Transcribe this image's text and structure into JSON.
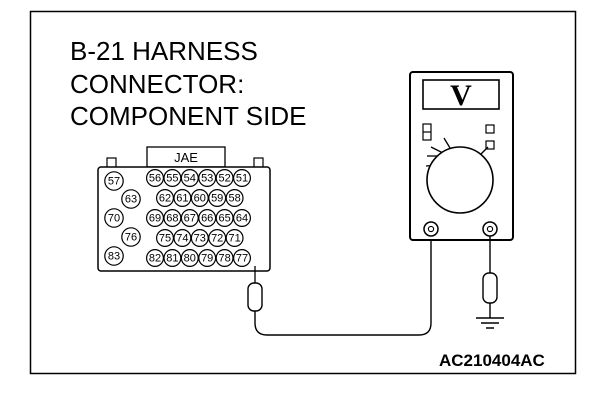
{
  "title_lines": [
    "B-21 HARNESS",
    "CONNECTOR:",
    "COMPONENT SIDE"
  ],
  "connector": {
    "brand": "JAE",
    "pins": {
      "row1": [
        "56",
        "55",
        "54",
        "53",
        "52",
        "51"
      ],
      "row2": [
        "62",
        "61",
        "60",
        "59",
        "58"
      ],
      "row3": [
        "69",
        "68",
        "67",
        "66",
        "65",
        "64"
      ],
      "row4": [
        "75",
        "74",
        "73",
        "72",
        "71"
      ],
      "row5": [
        "82",
        "81",
        "80",
        "79",
        "78",
        "77"
      ],
      "left": [
        "57",
        "63",
        "70",
        "76",
        "83"
      ]
    }
  },
  "meter": {
    "display": "V"
  },
  "reference_code": "AC210404AC"
}
